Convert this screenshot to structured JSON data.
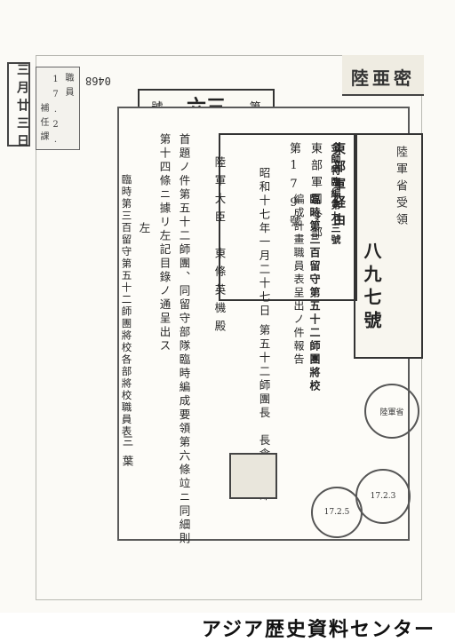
{
  "side_label": "三月廿三日",
  "serial_number": "0468",
  "receipt_stamp": {
    "date": "17.2.",
    "role1": "職員",
    "role2": "補任課"
  },
  "header_number": {
    "prefix": "第",
    "digits": "六三",
    "suffix": "號"
  },
  "header_stamp_text": "陸亜密",
  "right_stamp": {
    "title": "陸軍省受領",
    "number": "八九七號"
  },
  "ministry_box": {
    "line1": "東部軍司令部",
    "line2": "東部軍経由",
    "line3": "第179號"
  },
  "document_number": "金師特臨編第九三號",
  "subject": {
    "line1": "臨時第三百留守第五十二師團將校",
    "line2": "編成計畫職員表呈出ノ件報告"
  },
  "date": "昭和十七年一月二十七日",
  "sender": "第五十二師團長　長倉俊三郎",
  "recipient": "陸軍大臣　東條英機殿",
  "body": {
    "line1": "首題ノ件第五十二師團、同留守部隊臨時編成要領第六條竝ニ同細則",
    "line2": "第十四條ニ據リ左記目錄ノ通呈出ス",
    "heading": "左",
    "item": "臨時第三百留守第五十二師團將校各部將校職員表",
    "item_count": "三葉"
  },
  "round_stamps": {
    "date1": "17.2.5",
    "date2": "17.2.3",
    "label": "陸軍省"
  },
  "footer": "アジア歴史資料センター"
}
